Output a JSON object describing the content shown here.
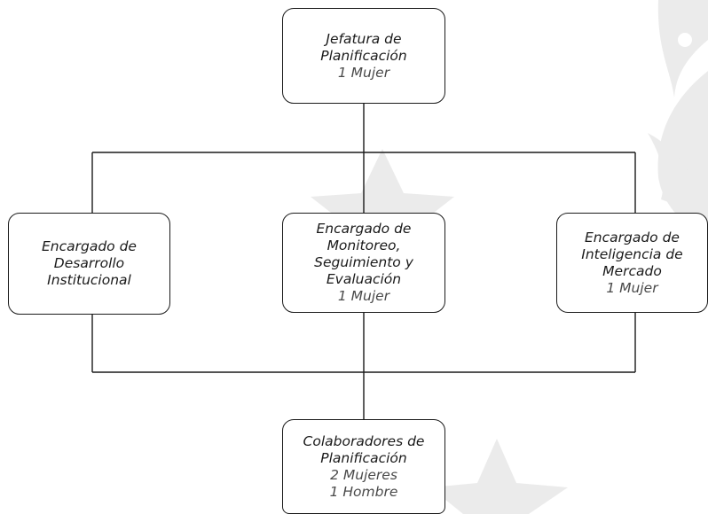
{
  "watermark_color": "#ebebeb",
  "line_color": "#1a1a1a",
  "nodes": {
    "head": {
      "title": "Jefatura de\nPlanificación",
      "count": "1 Mujer"
    },
    "desarrollo": {
      "title": "Encargado de\nDesarrollo\nInstitucional",
      "count": ""
    },
    "monitoreo": {
      "title": "Encargado de\nMonitoreo,\nSeguimiento y\nEvaluación",
      "count": "1 Mujer"
    },
    "inteligencia": {
      "title": "Encargado de\nInteligencia de\nMercado",
      "count": "1 Mujer"
    },
    "colaboradores": {
      "title": "Colaboradores de\nPlanificación",
      "count": "2 Mujeres\n1 Hombre"
    }
  }
}
